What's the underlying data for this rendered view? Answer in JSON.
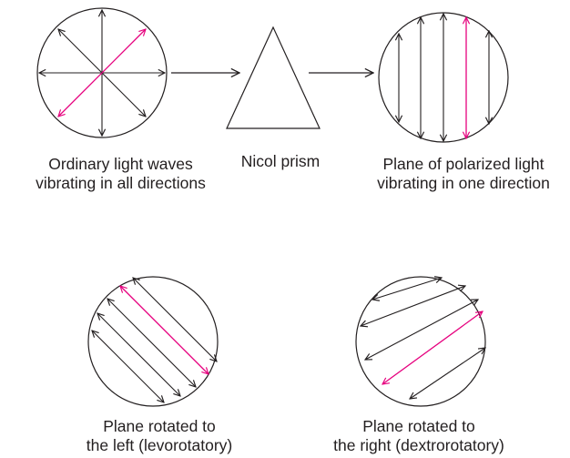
{
  "colors": {
    "line": "#231f20",
    "highlight": "#e6007e",
    "background": "#ffffff"
  },
  "captions": {
    "ordinary": {
      "line1": "Ordinary light waves",
      "line2": "vibrating in all directions"
    },
    "nicol": {
      "line1": "Nicol prism"
    },
    "polarized": {
      "line1": "Plane of polarized light",
      "line2": "vibrating in one direction"
    },
    "levorotatory": {
      "line1": "Plane rotated to",
      "line2": "the left (levorotatory)"
    },
    "dextrorotatory": {
      "line1": "Plane rotated to",
      "line2": "the right (dextrorotatory)"
    }
  }
}
